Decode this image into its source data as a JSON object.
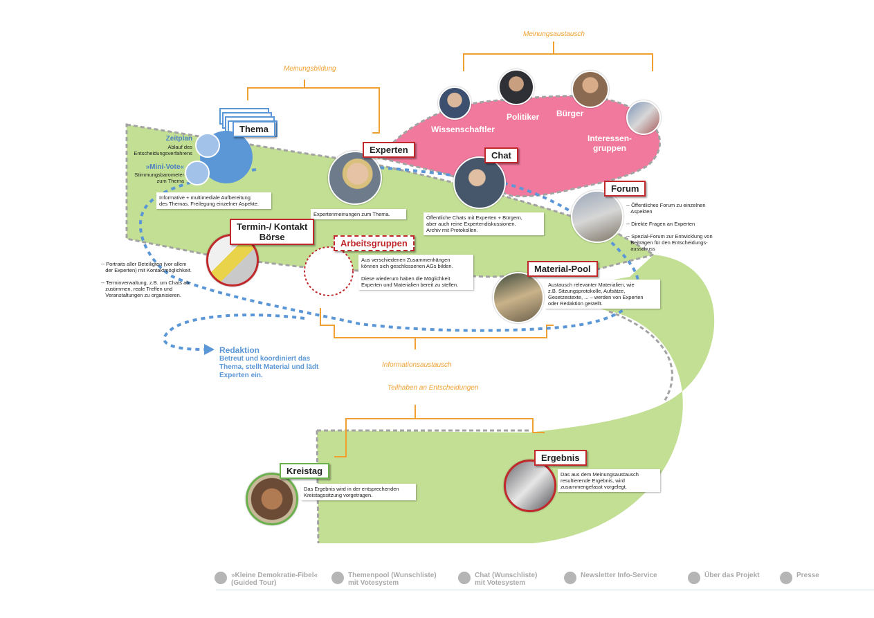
{
  "braces": {
    "meinungsbildung": "Meinungsbildung",
    "meinungsaustausch": "Meinungsaustausch",
    "informationsaustausch": "Informationsaustausch",
    "teilhaben": "Teilhaben an Entscheidungen"
  },
  "crowd": {
    "wissenschaftler": "Wissenschaftler",
    "politiker": "Politiker",
    "buerger": "Bürger",
    "interessen1": "Interessen-",
    "interessen2": "gruppen"
  },
  "thema": {
    "title": "Thema",
    "zeitplan": "Zeitplan",
    "zeitplan_desc1": "Ablauf des",
    "zeitplan_desc2": "Entscheidungsverfahrens",
    "minivote": "»Mini-Vote«",
    "minivote_desc1": "Stimmungsbarometer",
    "minivote_desc2": "zum Thema",
    "desc1": "Informative + multimediale Aufbereitung",
    "desc2": "des Themas. Freilegung einzelner Aspekte."
  },
  "experten": {
    "title": "Experten",
    "desc": "Expertenmeinungen zum Thema."
  },
  "chat": {
    "title": "Chat",
    "desc1": "Öffentliche Chats mit Experten + Bürgern,",
    "desc2": "aber auch reine Expertendiskussionen.",
    "desc3": "Archiv mit Protokollen."
  },
  "forum": {
    "title": "Forum",
    "d1": "-- Öffentliches Forum zu einzelnen",
    "d2": "Aspekten",
    "d3": "-- Direkte Fragen an Experten",
    "d4": "-- Spezial-Forum zur Entwicklung von",
    "d5": "Beiträgen für den Entscheidungs-",
    "d6": "ausschuss"
  },
  "termin": {
    "title1": "Termin-/ Kontakt",
    "title2": "Börse",
    "d1": "-- Portraits aller Beteiligten (vor allem",
    "d2": "der Experten) mit Kontaktmöglichkeit.",
    "d3": "-- Terminverwaltung, z.B. um Chats ab-",
    "d4": "zustimmen, reale Treffen und",
    "d5": "Veranstaltungen zu organisieren."
  },
  "arbeitsgruppen": {
    "title": "Arbeitsgruppen",
    "d1": "Aus verschiedenen Zusammenhängen",
    "d2": "können sich geschlossenen AGs bilden.",
    "d3": "Diese wiederum haben die Möglichkeit",
    "d4": "Experten und Materialien bereit zu stellen."
  },
  "material": {
    "title": "Material-Pool",
    "d1": "Austausch relevanter Materialien, wie",
    "d2": "z.B. Sitzungsprotokolle, Aufsätze,",
    "d3": "Gesetzestexte, ... – werden von Experten",
    "d4": "oder Redaktion gestellt."
  },
  "redaktion": {
    "title": "Redaktion",
    "d1": "Betreut und koordiniert das",
    "d2": "Thema, stellt Material und lädt",
    "d3": "Experten ein."
  },
  "kreistag": {
    "title": "Kreistag",
    "d1": "Das Ergebnis wird in der entsprechenden",
    "d2": "Kreistagssitzung vorgetragen."
  },
  "ergebnis": {
    "title": "Ergebnis",
    "d1": "Das aus dem Meinungsaustausch",
    "d2": "resultierende Ergebnis, wird",
    "d3": "zusammengefasst vorgelegt."
  },
  "nav": [
    {
      "label": "»Kleine Demokratie-Fibel«\n(Guided Tour)"
    },
    {
      "label": "Themenpool (Wunschliste)\nmit Votesystem"
    },
    {
      "label": "Chat (Wunschliste)\nmit Votesystem"
    },
    {
      "label": "Newsletter Info-Service"
    },
    {
      "label": "Über das Projekt"
    },
    {
      "label": "Presse"
    }
  ],
  "colors": {
    "green": "#c2df94",
    "pink": "#f2799e",
    "orange": "#f0a030",
    "blue": "#5b97d6",
    "red": "#c0282c",
    "gray": "#a6a6a6"
  }
}
